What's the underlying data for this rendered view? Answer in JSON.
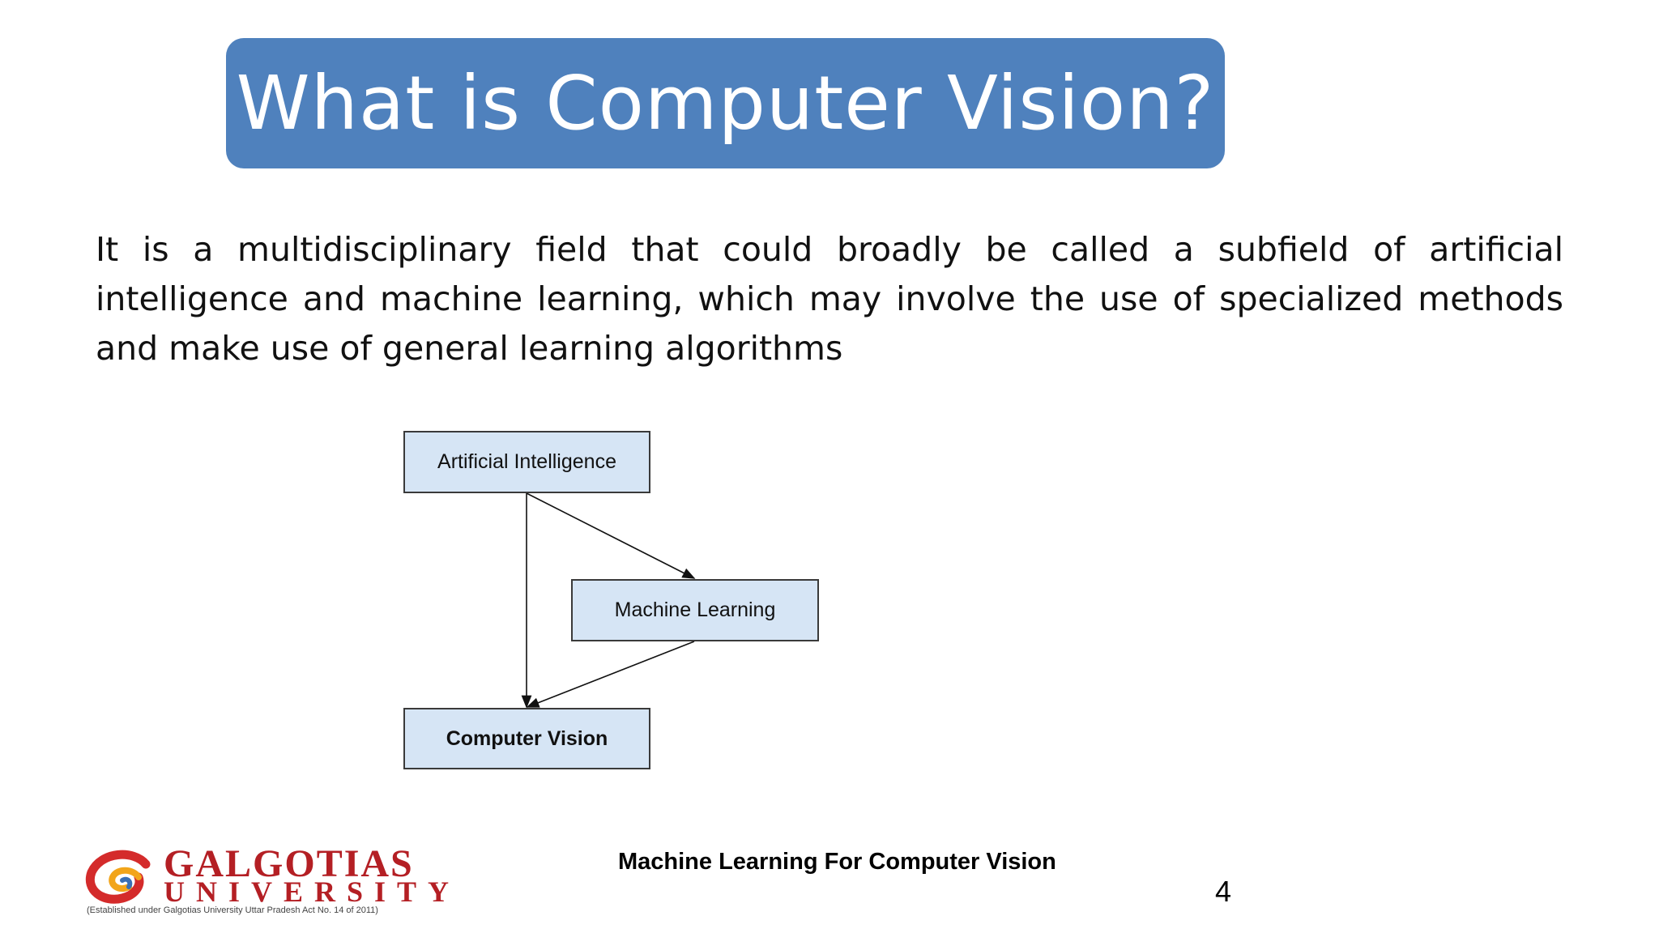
{
  "slide": {
    "title": "What is Computer Vision?",
    "body": "It is a multidisciplinary field that could broadly be called a subfield of artificial intelligence and machine learning, which may involve the use of specialized methods and make use of general learning algorithms"
  },
  "diagram": {
    "nodes": {
      "ai": "Artificial Intelligence",
      "ml": "Machine Learning",
      "cv": "Computer Vision"
    }
  },
  "footer": {
    "course": "Machine Learning For Computer Vision",
    "page_number": "4"
  },
  "logo": {
    "name": "GALGOTIAS",
    "sub": "UNIVERSITY",
    "tagline": "(Established under Galgotias University Uttar Pradesh Act No. 14 of 2011)"
  },
  "colors": {
    "title_bg": "#4f81bd",
    "node_bg": "#d6e5f5",
    "brand_red": "#b41f24"
  }
}
